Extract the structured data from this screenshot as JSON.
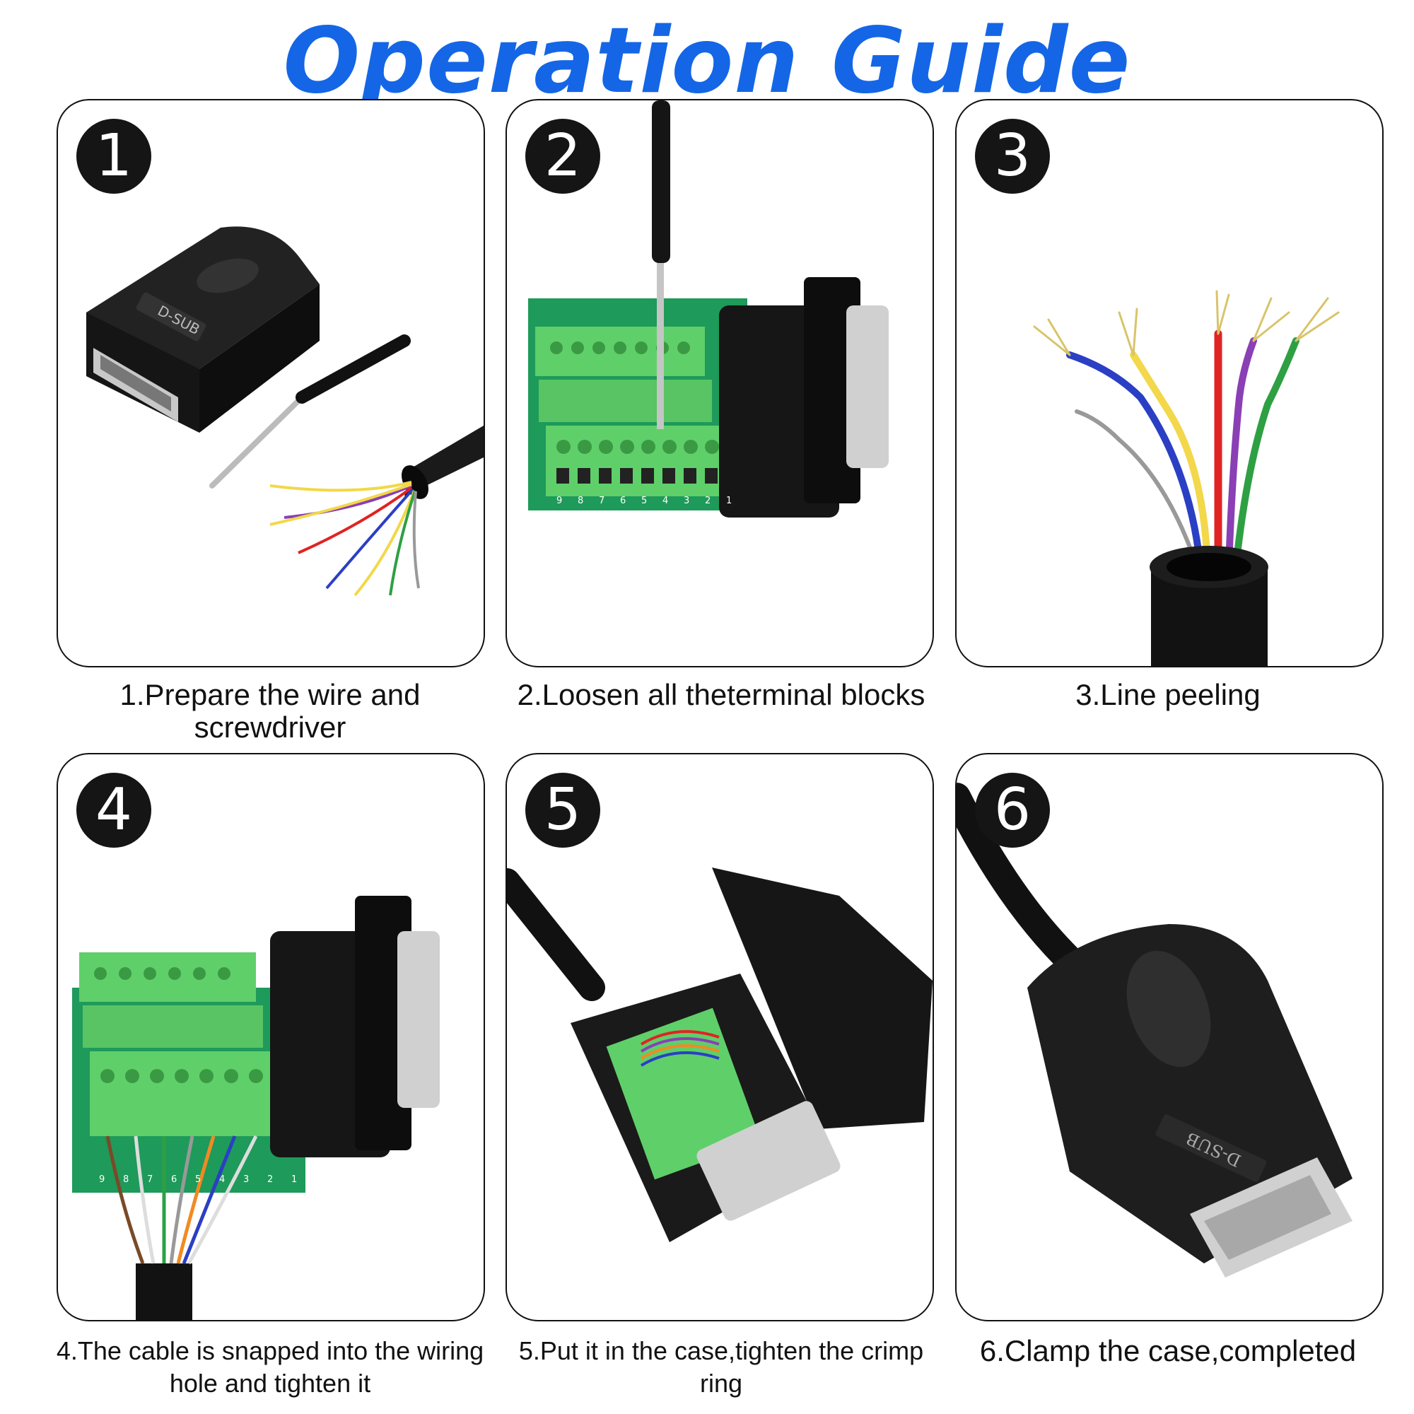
{
  "title": "Operation Guide",
  "steps": [
    {
      "number": "1",
      "caption": "1.Prepare the wire and screwdriver",
      "icon": "wire-and-screwdriver"
    },
    {
      "number": "2",
      "caption": "2.Loosen all theterminal blocks",
      "icon": "screwdriver-on-terminal-block"
    },
    {
      "number": "3",
      "caption": "3.Line peeling",
      "icon": "peeled-cable"
    },
    {
      "number": "4",
      "caption": "4.The cable is snapped into the wiring hole and tighten it",
      "icon": "cable-in-terminal-block"
    },
    {
      "number": "5",
      "caption": "5.Put it in the case,tighten the crimp ring",
      "icon": "open-case"
    },
    {
      "number": "6",
      "caption": "6.Clamp the case,completed",
      "icon": "closed-connector"
    }
  ],
  "labels": {
    "dsub": "D-SUB",
    "pin_numbers": [
      "9",
      "8",
      "7",
      "6",
      "5",
      "4",
      "3",
      "2",
      "1"
    ]
  },
  "colors": {
    "title": "#1466e6",
    "terminal_green": "#5fcf6a",
    "pcb_green": "#1e9a5a",
    "wires": [
      "#f2d84a",
      "#2b3fc4",
      "#e02323",
      "#8a3fb5",
      "#2ea043",
      "#999999",
      "#f08a24",
      "#7a4a28",
      "#dddddd"
    ]
  }
}
